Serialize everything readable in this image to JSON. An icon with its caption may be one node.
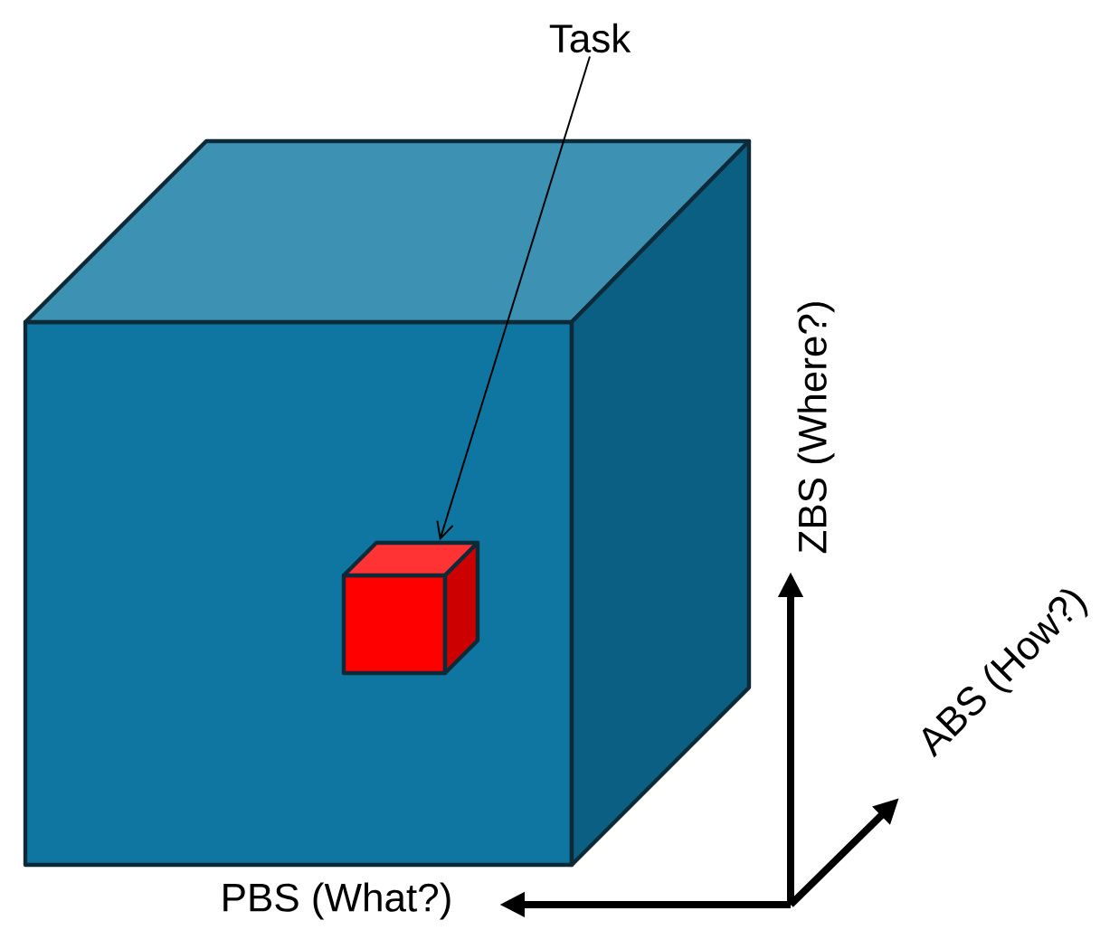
{
  "diagram": {
    "nodes": [
      {
        "text": [
          "Task"
        ]
      },
      {
        "text": [],
        "shape": "box"
      }
    ],
    "edges": [
      {
        "from": 0,
        "to": 1,
        "arrow": "to"
      }
    ],
    "labels": [
      "ZBS (Where?)",
      "ABS (How?)",
      "PBS (What?)"
    ]
  }
}
